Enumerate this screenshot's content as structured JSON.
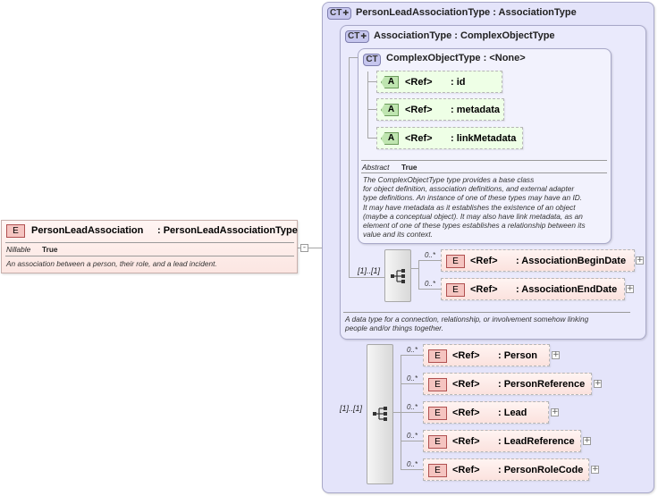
{
  "root": {
    "badge": "E",
    "name": "PersonLeadAssociation",
    "type": ": PersonLeadAssociationType",
    "nillable_label": "Nillable",
    "nillable_value": "True",
    "description": "An association between a person, their role, and a lead incident."
  },
  "ct_outer": {
    "badge": "CT",
    "name": "PersonLeadAssociationType",
    "base": ": AssociationType",
    "description_lines": [
      "A data type for a connection, relationship, or involvement somehow linking",
      "people and/or things together."
    ],
    "sequence_multiplicity": "[1]..[1]",
    "elements": [
      {
        "badge": "E",
        "ref": "<Ref>",
        "name": ": Person",
        "occurs": "0..*"
      },
      {
        "badge": "E",
        "ref": "<Ref>",
        "name": ": PersonReference",
        "occurs": "0..*"
      },
      {
        "badge": "E",
        "ref": "<Ref>",
        "name": ": Lead",
        "occurs": "0..*"
      },
      {
        "badge": "E",
        "ref": "<Ref>",
        "name": ": LeadReference",
        "occurs": "0..*"
      },
      {
        "badge": "E",
        "ref": "<Ref>",
        "name": ": PersonRoleCode",
        "occurs": "0..*"
      }
    ]
  },
  "ct_assoc": {
    "badge": "CT",
    "name": "AssociationType",
    "base": ": ComplexObjectType",
    "sequence_multiplicity": "[1]..[1]",
    "elements": [
      {
        "badge": "E",
        "ref": "<Ref>",
        "name": ": AssociationBeginDate",
        "occurs": "0..*"
      },
      {
        "badge": "E",
        "ref": "<Ref>",
        "name": ": AssociationEndDate",
        "occurs": "0..*"
      }
    ]
  },
  "ct_complex": {
    "badge": "CT",
    "name": "ComplexObjectType",
    "base": ": <None>",
    "attributes": [
      {
        "badge": "A",
        "ref": "<Ref>",
        "name": ": id"
      },
      {
        "badge": "A",
        "ref": "<Ref>",
        "name": ": metadata"
      },
      {
        "badge": "A",
        "ref": "<Ref>",
        "name": ": linkMetadata"
      }
    ],
    "abstract_label": "Abstract",
    "abstract_value": "True",
    "description_lines": [
      "The ComplexObjectType type provides a base class",
      "for object definition, association definitions, and external adapter",
      "type definitions. An instance of one of these types may have an ID.",
      "It may have metadata as it establishes the existence of an object",
      "(maybe a conceptual object). It may also have link metadata, as an",
      "element of one of these types establishes a relationship between its",
      "value and its context."
    ]
  },
  "expander_symbol": "+",
  "collapse_symbol": "-"
}
